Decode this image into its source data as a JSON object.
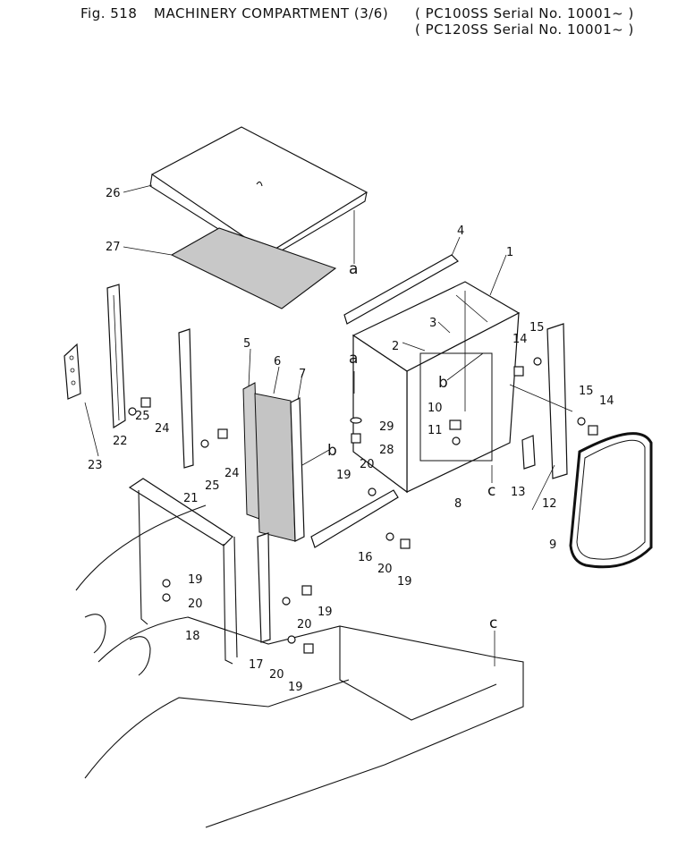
{
  "header": {
    "fig_number": "Fig. 518",
    "title": "MACHINERY COMPARTMENT (3/6)",
    "serial_1": "( PC100SS Serial No. 10001~ )",
    "serial_2": "( PC120SS Serial No. 10001~ )"
  },
  "callouts": {
    "p1": "1",
    "p2": "2",
    "p3": "3",
    "p4": "4",
    "p5": "5",
    "p6": "6",
    "p7": "7",
    "p8": "8",
    "p9": "9",
    "p10": "10",
    "p11": "11",
    "p12": "12",
    "p13": "13",
    "p14a": "14",
    "p14b": "14",
    "p15a": "15",
    "p15b": "15",
    "p16": "16",
    "p17": "17",
    "p18": "18",
    "p19a": "19",
    "p19b": "19",
    "p19c": "19",
    "p19d": "19",
    "p19e": "19",
    "p20a": "20",
    "p20b": "20",
    "p20c": "20",
    "p20d": "20",
    "p20e": "20",
    "p21": "21",
    "p22": "22",
    "p23": "23",
    "p24a": "24",
    "p24b": "24",
    "p25a": "25",
    "p25b": "25",
    "p26": "26",
    "p27": "27",
    "p28": "28",
    "p29": "29"
  },
  "refs": {
    "a1": "a",
    "a2": "a",
    "b1": "b",
    "b2": "b",
    "c1": "c",
    "c2": "c"
  }
}
